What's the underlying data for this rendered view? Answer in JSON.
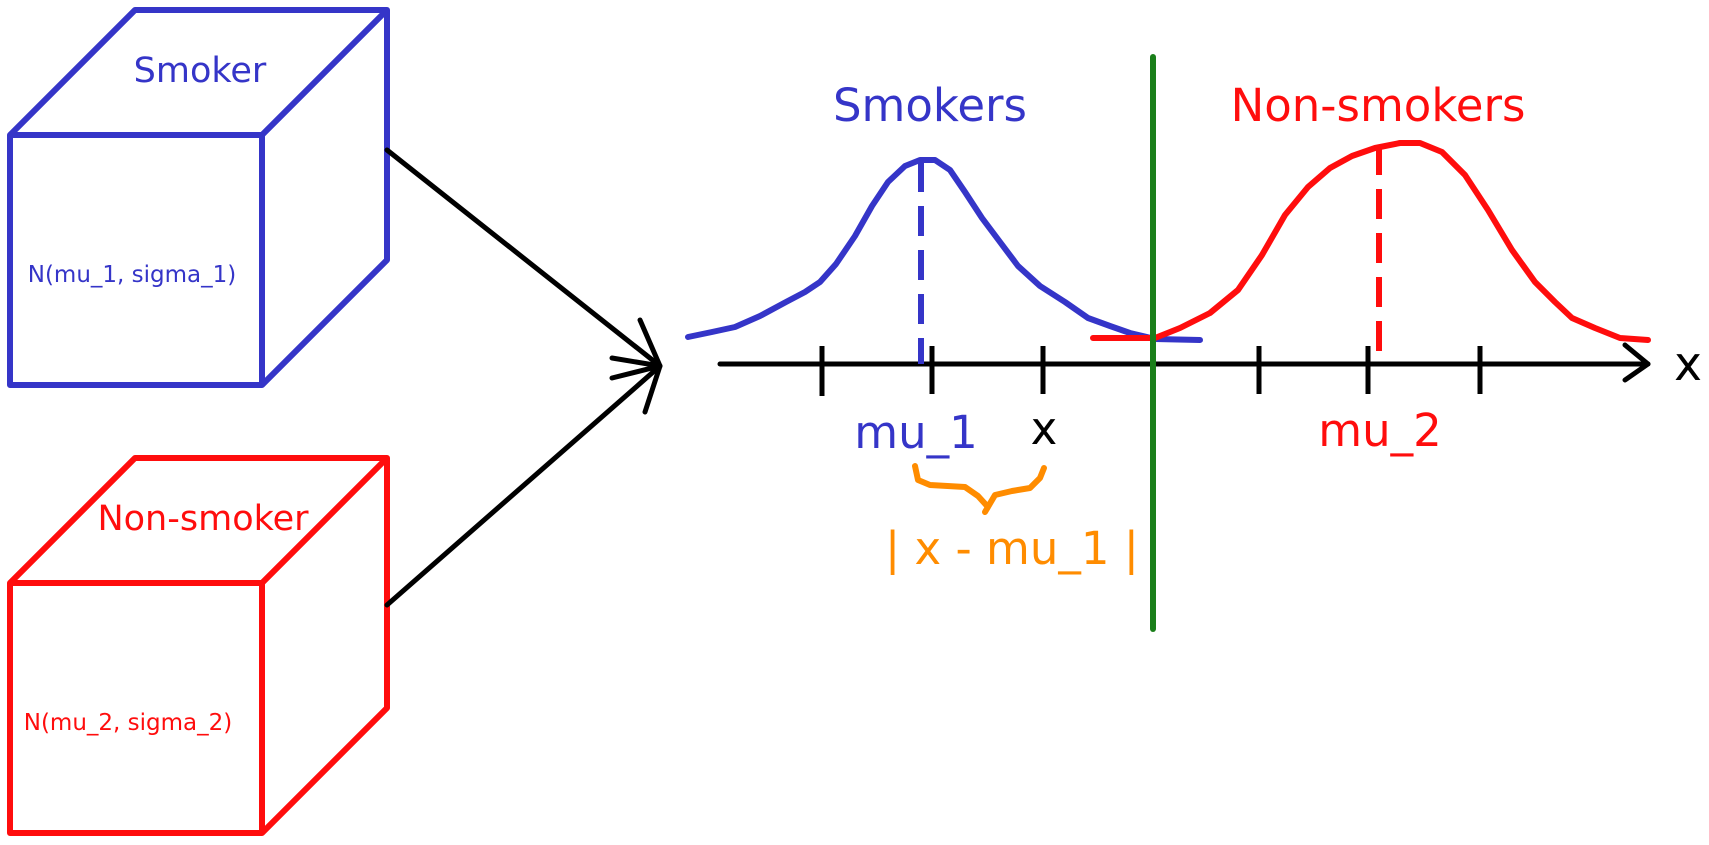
{
  "colors": {
    "smoker": "#3535c8",
    "non_smoker": "#ff0d0d",
    "arrow": "#000000",
    "threshold": "#1a7f1a",
    "distance": "#ff8c00"
  },
  "boxes": {
    "smoker": {
      "title": "Smoker",
      "distribution": "N(mu_1, sigma_1)"
    },
    "non_smoker": {
      "title": "Non-smoker",
      "distribution": "N(mu_2, sigma_2)"
    }
  },
  "curves": {
    "smokers_label": "Smokers",
    "non_smokers_label": "Non-smokers"
  },
  "axis": {
    "label": "x",
    "mean1_label": "mu_1",
    "sample_label": "x",
    "mean2_label": "mu_2"
  },
  "distance": {
    "label": "| x - mu_1 |"
  }
}
